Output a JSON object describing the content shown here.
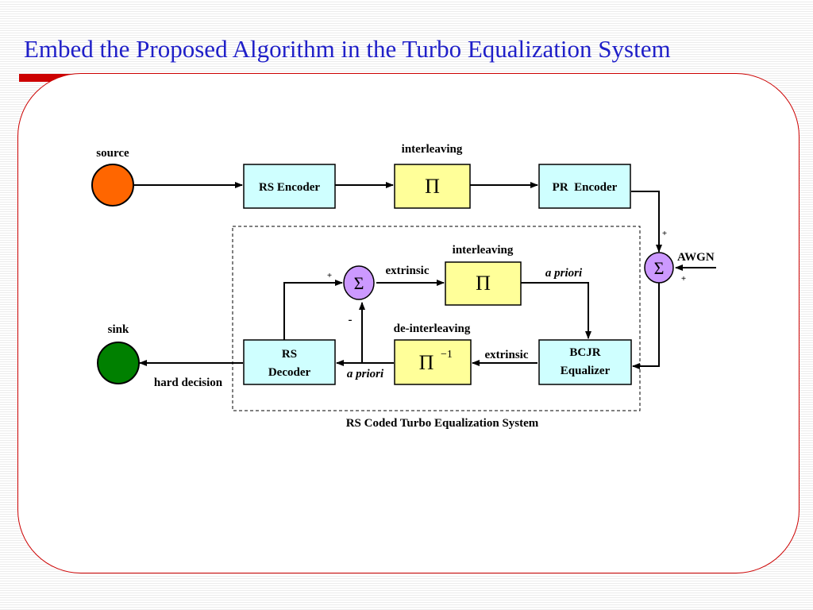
{
  "title": "Embed the Proposed Algorithm in the Turbo Equalization System",
  "colors": {
    "title": "#1f1fc8",
    "accent_red": "#cc0000",
    "source_fill": "#ff6600",
    "sink_fill": "#008000",
    "encoder_box": "#cfffff",
    "interleaver_box": "#ffff99",
    "sum_fill": "#cc99ff"
  },
  "diagram": {
    "source_label": "source",
    "sink_label": "sink",
    "rs_encoder": "RS Encoder",
    "pr_encoder": "PR  Encoder",
    "interleaver_symbol": "Π",
    "deinterleaver_symbol": "Π",
    "deinterleaver_superscript": "−1",
    "sum_symbol": "Σ",
    "rs_decoder_line1": "RS",
    "rs_decoder_line2": "Decoder",
    "bcjr_line1": "BCJR",
    "bcjr_line2": "Equalizer",
    "top_interleaving": "interleaving",
    "inner_interleaving": "interleaving",
    "de_interleaving": "de-interleaving",
    "extrinsic_top": "extrinsic",
    "extrinsic_bottom": "extrinsic",
    "a_priori_top": "a priori",
    "a_priori_bottom": "a priori",
    "awgn": "AWGN",
    "plus_top": "+",
    "plus_bottom": "+",
    "plus_inner": "+",
    "minus_inner": "-",
    "hard_decision": "hard decision",
    "caption": "RS Coded Turbo Equalization System"
  }
}
